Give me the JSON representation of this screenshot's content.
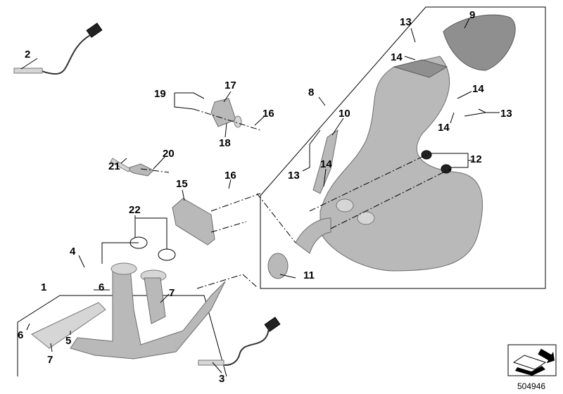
{
  "diagram_id": "504946",
  "callouts": {
    "c1": "1",
    "c2": "2",
    "c3": "3",
    "c4": "4",
    "c5": "5",
    "c6a": "6",
    "c6b": "6",
    "c7a": "7",
    "c7b": "7",
    "c8": "8",
    "c9": "9",
    "c10": "10",
    "c11": "11",
    "c12": "12",
    "c13a": "13",
    "c13b": "13",
    "c13c": "13",
    "c14a": "14",
    "c14b": "14",
    "c14c": "14",
    "c14d": "14",
    "c15": "15",
    "c16a": "16",
    "c16b": "16",
    "c17": "17",
    "c18": "18",
    "c19": "19",
    "c20": "20",
    "c21": "21",
    "c22": "22"
  }
}
